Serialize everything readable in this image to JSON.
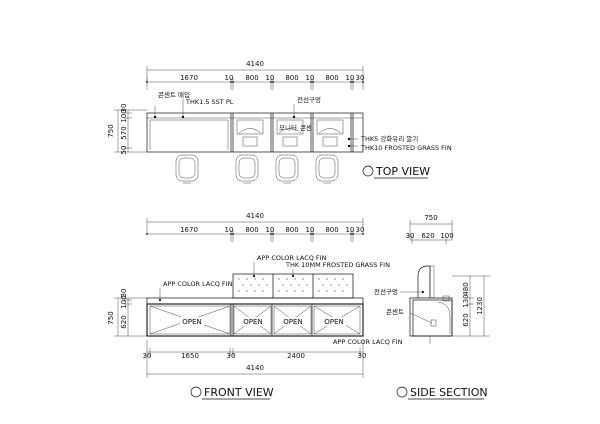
{
  "top_view": {
    "title": "TOP VIEW",
    "overall": "4140",
    "segments": [
      "1670",
      "10",
      "800",
      "10",
      "800",
      "10",
      "800",
      "10",
      "30"
    ],
    "depth_total": "750",
    "depth_parts": [
      "50",
      "570",
      "100",
      "30"
    ],
    "labels": {
      "outlet_embed": "콘센트 매입",
      "plate": "THK1.5 SST PL",
      "wire_hole": "전선구멍",
      "monitor": "모니터",
      "outlet": "콘센",
      "glass": "THK5 강화유리 깔기",
      "fin": "THK10 FROSTED GRASS FIN"
    }
  },
  "front_view": {
    "title": "FRONT VIEW",
    "overall_top": "4140",
    "segments": [
      "1670",
      "10",
      "800",
      "10",
      "800",
      "10",
      "800",
      "10",
      "30"
    ],
    "height_parts": [
      "620",
      "100",
      "30"
    ],
    "height_total": "750",
    "bottom_segments": [
      "30",
      "1650",
      "30",
      "2400",
      "30"
    ],
    "overall_bottom": "4140",
    "openings": [
      "OPEN",
      "OPEN",
      "OPEN",
      "OPEN"
    ],
    "labels": {
      "lacq_top": "APP COLOR LACQ FIN",
      "frosted": "THK 10MM FROSTED GRASS FIN",
      "lacq_left": "APP COLOR LACQ FIN"
    }
  },
  "side_section": {
    "title": "SIDE SECTION",
    "overall": "750",
    "segments": [
      "30",
      "620",
      "100"
    ],
    "heights_right": [
      "480",
      "130",
      "620"
    ],
    "height_total": "1230",
    "labels": {
      "wire_hole": "전선구멍",
      "outlet": "콘센트",
      "lacq": "APP COLOR LACQ FIN"
    }
  }
}
